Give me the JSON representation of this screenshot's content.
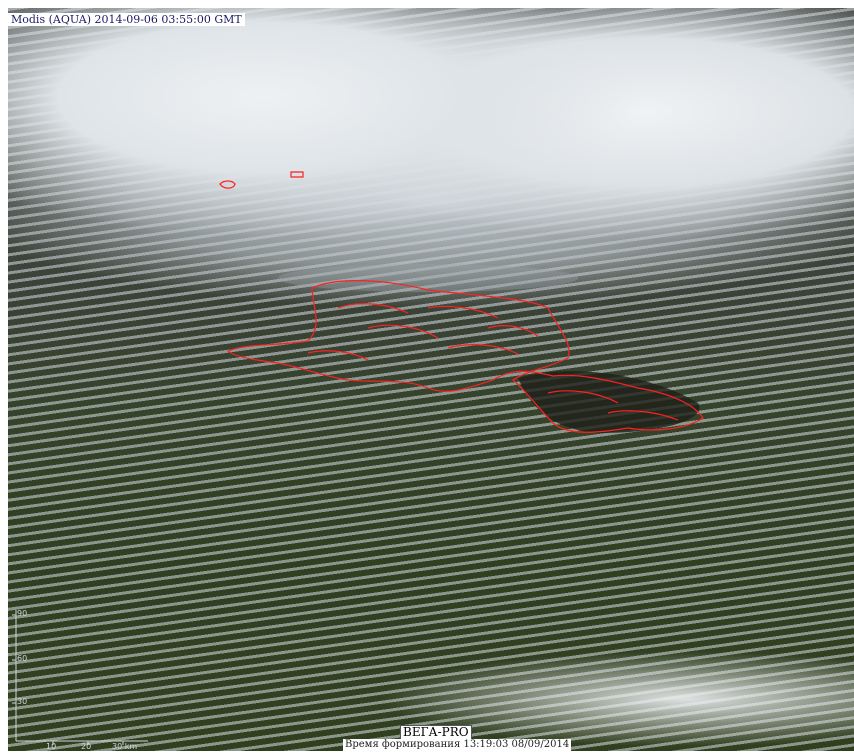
{
  "image": {
    "satellite_label": "Modis (AQUA) 2014-09-06 03:55:00 GMT",
    "brand_label": "ВЕГА-PRO",
    "generation_label": "Время формирования 13:19:03 08/09/2014"
  },
  "scale": {
    "y_ticks": [
      "90",
      "60",
      "30"
    ],
    "x_ticks": [
      "10",
      "20",
      "30 km"
    ]
  },
  "colors": {
    "fire_outline": "#ff2020",
    "cloud": "#e6eaee",
    "land": "#32421f"
  }
}
